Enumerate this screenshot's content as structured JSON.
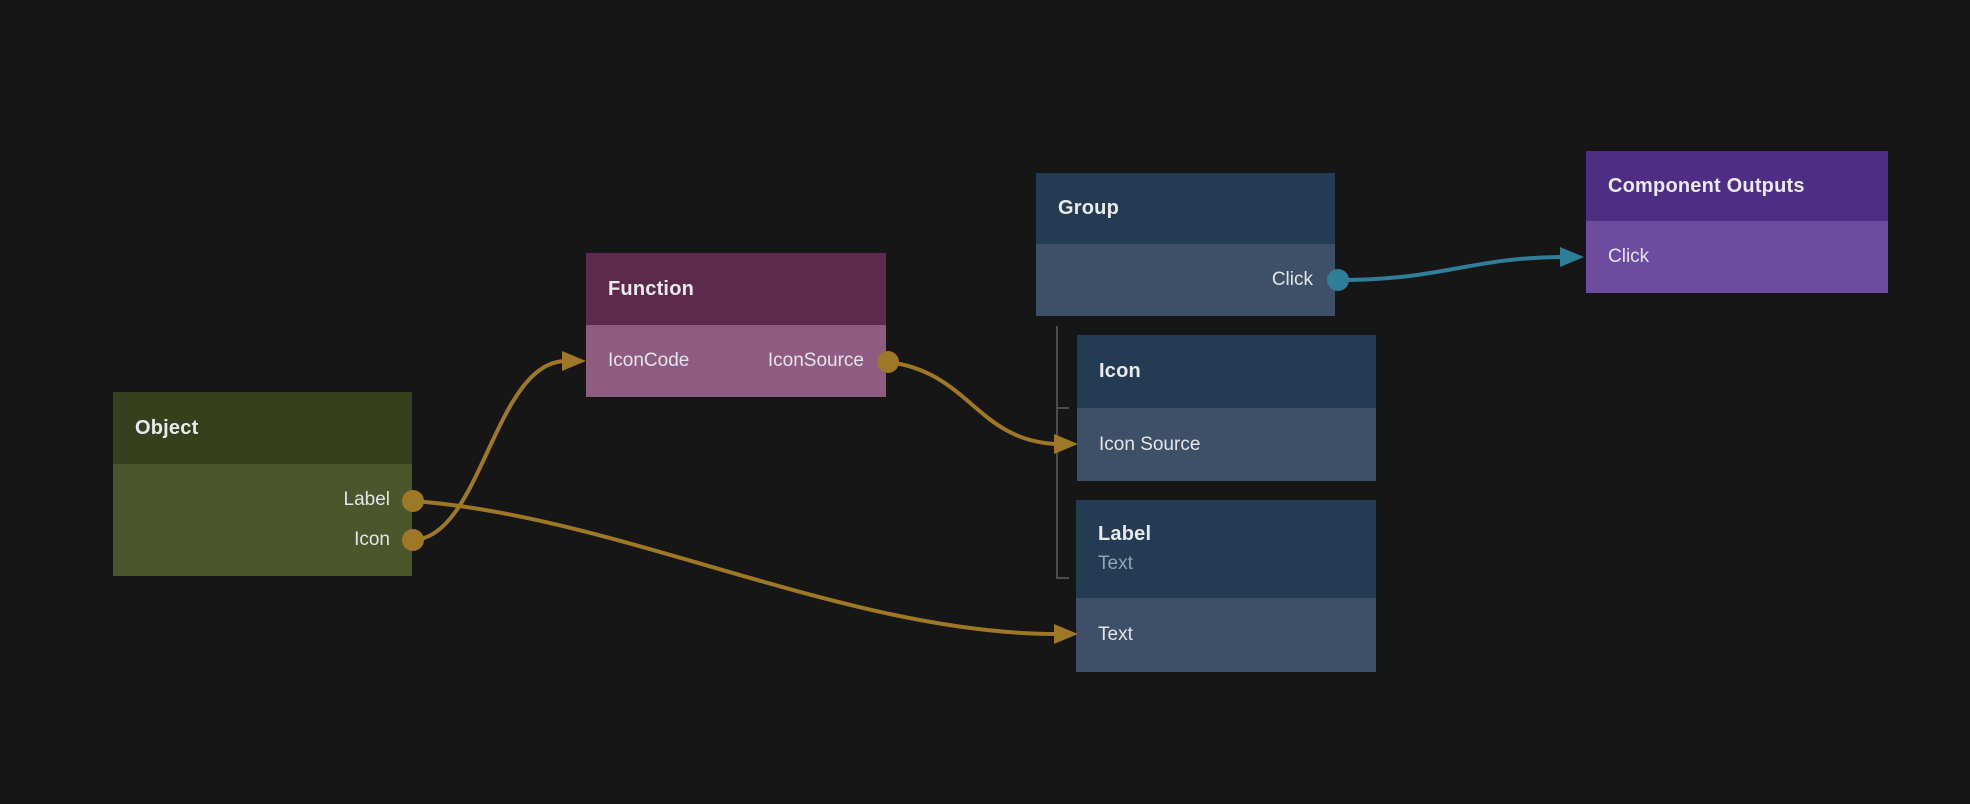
{
  "canvas": {
    "background": "#161616"
  },
  "colors": {
    "edge_gold": "#9e7827",
    "edge_teal": "#2f7f9a",
    "tree_line": "#4d4d4d",
    "object_header": "#36401d",
    "object_body": "#4b562c",
    "function_header": "#5c2b4c",
    "function_body": "#8e5c80",
    "blue_header": "#233b53",
    "blue_body": "#3e5068",
    "purple_header": "#4e2d85",
    "purple_body": "#6d4c9f",
    "title_text": "#e9eaeb",
    "subtitle_text": "#91a3b8"
  },
  "nodes": {
    "object": {
      "title": "Object",
      "output_label": "Label",
      "output_icon": "Icon"
    },
    "function": {
      "title": "Function",
      "input": "IconCode",
      "output": "IconSource"
    },
    "group": {
      "title": "Group",
      "output": "Click"
    },
    "icon": {
      "title": "Icon",
      "input": "Icon Source"
    },
    "label": {
      "title": "Label",
      "subtitle": "Text",
      "input": "Text"
    },
    "component_outputs": {
      "title": "Component Outputs",
      "input": "Click"
    }
  },
  "edges": [
    {
      "from": "Object.Icon",
      "to": "Function.IconCode",
      "color": "#9e7827"
    },
    {
      "from": "Object.Label",
      "to": "Label.Text",
      "color": "#9e7827"
    },
    {
      "from": "Function.IconSource",
      "to": "Icon.Icon Source",
      "color": "#9e7827"
    },
    {
      "from": "Group.Click",
      "to": "Component Outputs.Click",
      "color": "#2f7f9a"
    }
  ]
}
